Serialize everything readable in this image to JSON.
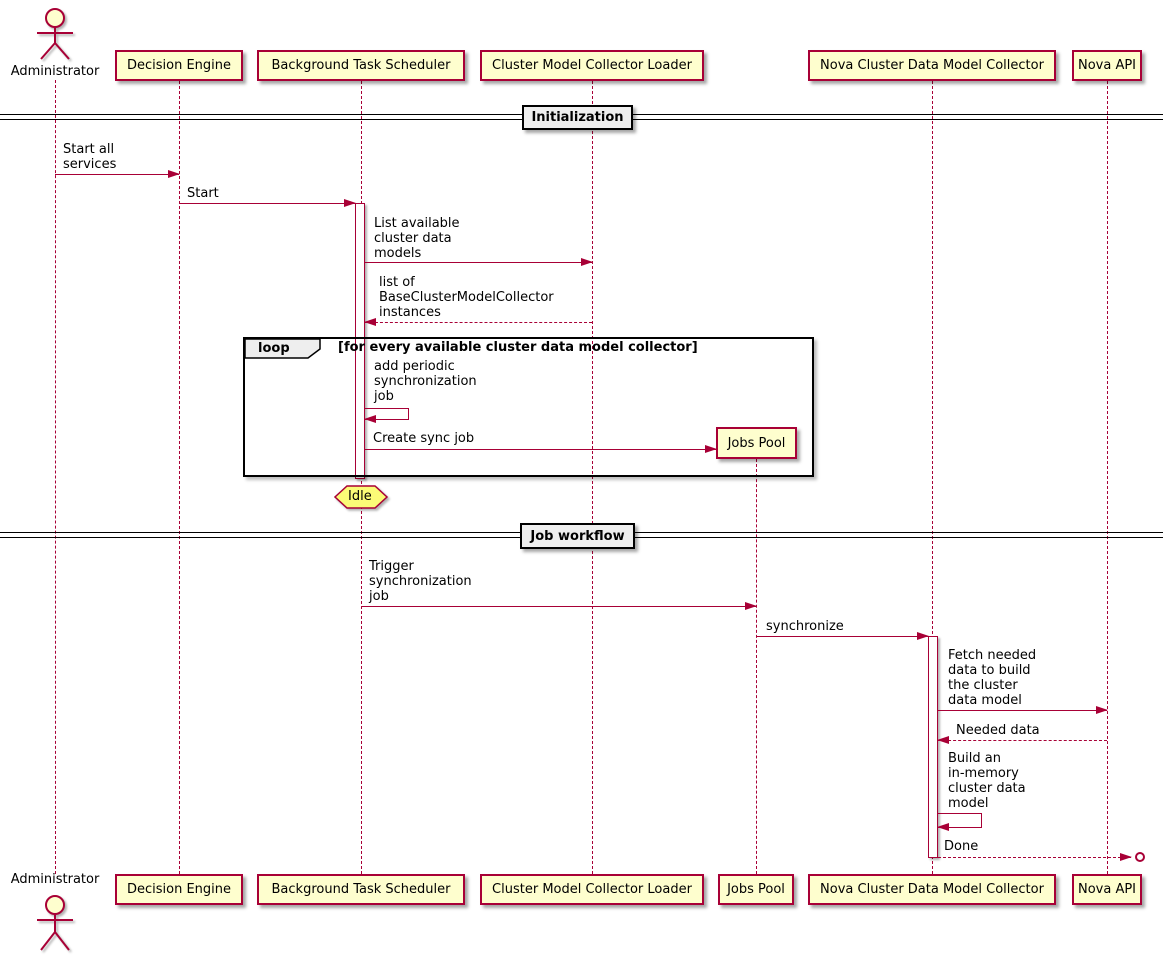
{
  "colors": {
    "accent": "#A80036",
    "participant_fill": "#FEFECE",
    "hexagon_fill": "#FBFB77",
    "divider_fill": "#EEEEEE",
    "frame_border": "#000000"
  },
  "actor_label": "Administrator",
  "participants": {
    "decision_engine": "Decision Engine",
    "background_task_scheduler": "Background Task Scheduler",
    "cluster_model_collector_loader": "Cluster Model Collector Loader",
    "jobs_pool": "Jobs Pool",
    "nova_cluster_data_model_collector": "Nova Cluster Data Model Collector",
    "nova_api": "Nova API"
  },
  "dividers": {
    "initialization": "Initialization",
    "job_workflow": "Job workflow"
  },
  "loop": {
    "label": "loop",
    "condition": "[for every available cluster data model collector]"
  },
  "state_idle": "Idle",
  "messages": {
    "start_all_services": "Start all\nservices",
    "start": "Start",
    "list_available": "List available\ncluster data\nmodels",
    "list_of_instances": "list of\nBaseClusterModelCollector\ninstances",
    "add_periodic": "add periodic\nsynchronization\njob",
    "create_sync_job": "Create sync job",
    "trigger_sync": "Trigger\nsynchronization\njob",
    "synchronize": "synchronize",
    "fetch_needed": "Fetch needed\ndata to build\nthe cluster\ndata model",
    "needed_data": "Needed data",
    "build_model": "Build an\nin-memory\ncluster data\nmodel",
    "done": "Done"
  }
}
